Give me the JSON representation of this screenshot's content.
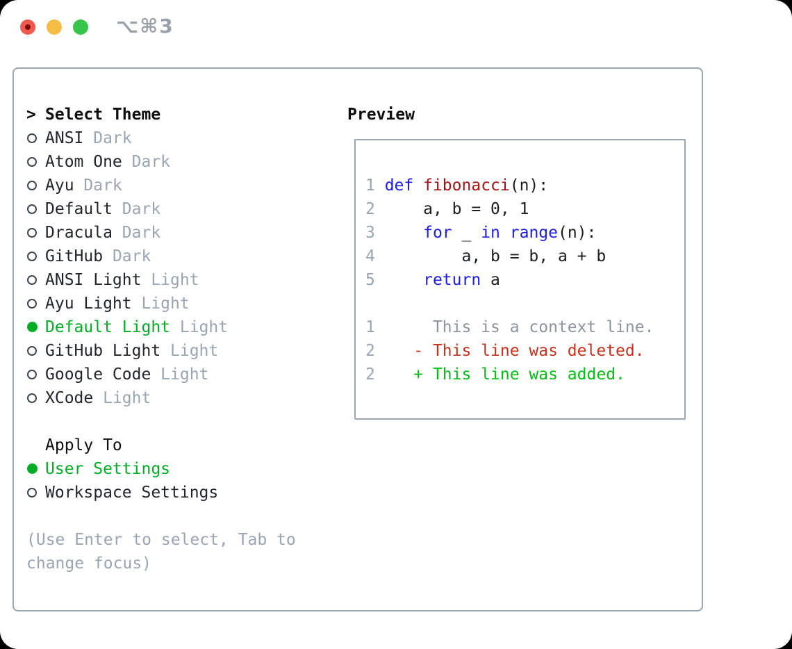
{
  "window": {
    "shortcut": "⌥⌘3"
  },
  "colors": {
    "accent-green": "#00ad25",
    "keyword-blue": "#1c1ce6",
    "function-red": "#a31515",
    "deleted-red": "#c5331f",
    "added-green": "#00bd12",
    "muted-gray": "#9aa5b1",
    "text-dark": "#22262a",
    "border-gray": "#9aa5af",
    "traffic-red": "#f0594e",
    "traffic-red-dot": "#7d0d05",
    "traffic-yellow": "#f5bd45",
    "traffic-green": "#36c64c",
    "shortcut-gray": "#9aa1a8"
  },
  "theme_panel": {
    "header": {
      "cursor": ">",
      "label": "Select Theme"
    },
    "items": [
      {
        "name": "ANSI",
        "variant": "Dark",
        "selected": false
      },
      {
        "name": "Atom One",
        "variant": "Dark",
        "selected": false
      },
      {
        "name": "Ayu",
        "variant": "Dark",
        "selected": false
      },
      {
        "name": "Default",
        "variant": "Dark",
        "selected": false
      },
      {
        "name": "Dracula",
        "variant": "Dark",
        "selected": false
      },
      {
        "name": "GitHub",
        "variant": "Dark",
        "selected": false
      },
      {
        "name": "ANSI Light",
        "variant": "Light",
        "selected": false
      },
      {
        "name": "Ayu Light",
        "variant": "Light",
        "selected": false
      },
      {
        "name": "Default Light",
        "variant": "Light",
        "selected": true
      },
      {
        "name": "GitHub Light",
        "variant": "Light",
        "selected": false
      },
      {
        "name": "Google Code",
        "variant": "Light",
        "selected": false
      },
      {
        "name": "XCode",
        "variant": "Light",
        "selected": false
      }
    ],
    "apply_to": {
      "label": "Apply To",
      "options": [
        {
          "name": "User Settings",
          "selected": true
        },
        {
          "name": "Workspace Settings",
          "selected": false
        }
      ]
    },
    "help": [
      "(Use Enter to select, Tab to",
      "change focus)"
    ]
  },
  "preview": {
    "title": "Preview",
    "lines": [
      {
        "num": "1",
        "segments": [
          {
            "text": "def",
            "cls": "kw"
          },
          {
            "text": " ",
            "cls": "pl"
          },
          {
            "text": "fibonacci",
            "cls": "fn"
          },
          {
            "text": "(n):",
            "cls": "pl"
          }
        ]
      },
      {
        "num": "2",
        "segments": [
          {
            "text": "    a, b = 0, 1",
            "cls": "pl"
          }
        ]
      },
      {
        "num": "3",
        "segments": [
          {
            "text": "    ",
            "cls": "pl"
          },
          {
            "text": "for",
            "cls": "kw"
          },
          {
            "text": " _ ",
            "cls": "pl"
          },
          {
            "text": "in",
            "cls": "kw"
          },
          {
            "text": " ",
            "cls": "pl"
          },
          {
            "text": "range",
            "cls": "kw"
          },
          {
            "text": "(n):",
            "cls": "pl"
          }
        ]
      },
      {
        "num": "4",
        "segments": [
          {
            "text": "        a, b = b, a + b",
            "cls": "pl"
          }
        ]
      },
      {
        "num": "5",
        "segments": [
          {
            "text": "    ",
            "cls": "pl"
          },
          {
            "text": "return",
            "cls": "kw"
          },
          {
            "text": " a",
            "cls": "pl"
          }
        ]
      },
      {
        "num": "",
        "segments": []
      },
      {
        "num": "1",
        "segments": [
          {
            "text": "     This is a context line.",
            "cls": "ctx"
          }
        ]
      },
      {
        "num": "2",
        "segments": [
          {
            "text": "   - This line was deleted.",
            "cls": "del"
          }
        ]
      },
      {
        "num": "2",
        "segments": [
          {
            "text": "   + This line was added.",
            "cls": "add"
          }
        ]
      }
    ]
  }
}
